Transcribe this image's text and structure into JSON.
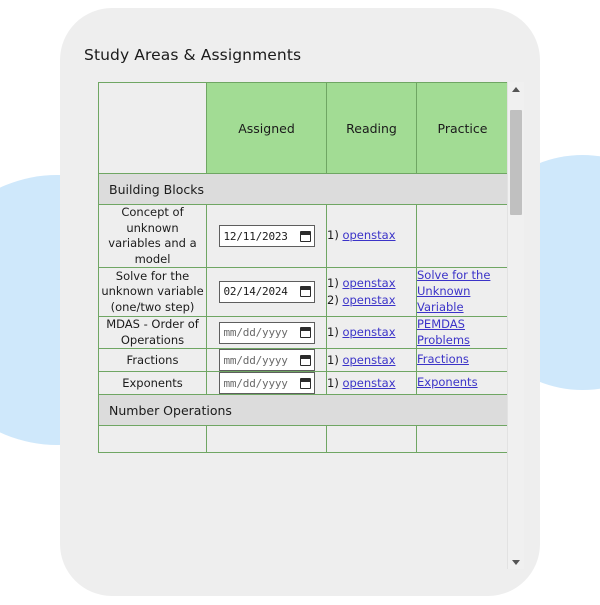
{
  "page": {
    "title": "Study Areas & Assignments",
    "accent_green": "#a2dc94",
    "band_gray": "#dcdcdc",
    "link_color": "#3b33c8",
    "card_bg": "#eeeeee",
    "blob_color": "#cfe8fb"
  },
  "table": {
    "columns": [
      "",
      "Assigned",
      "Reading",
      "Practice"
    ],
    "sections": [
      {
        "name": "Building Blocks",
        "rows": [
          {
            "label": "Concept of unknown variables and a model",
            "date_value": "12/11/2023",
            "date_placeholder": "mm/dd/yyyy",
            "reading": [
              {
                "num": "1)",
                "link": "openstax"
              }
            ],
            "practice": []
          },
          {
            "label": "Solve for the unknown variable (one/two step)",
            "date_value": "02/14/2024",
            "date_placeholder": "mm/dd/yyyy",
            "reading": [
              {
                "num": "1)",
                "link": "openstax"
              },
              {
                "num": "2)",
                "link": "openstax"
              }
            ],
            "practice": [
              {
                "link": "Solve for the Unknown Variable"
              }
            ]
          },
          {
            "label": "MDAS - Order of Operations",
            "date_value": "",
            "date_placeholder": "mm/dd/yyyy",
            "reading": [
              {
                "num": "1)",
                "link": "openstax"
              }
            ],
            "practice": [
              {
                "link": "PEMDAS Problems"
              }
            ]
          },
          {
            "label": "Fractions",
            "date_value": "",
            "date_placeholder": "mm/dd/yyyy",
            "reading": [
              {
                "num": "1)",
                "link": "openstax"
              }
            ],
            "practice": [
              {
                "link": "Fractions"
              }
            ]
          },
          {
            "label": "Exponents",
            "date_value": "",
            "date_placeholder": "mm/dd/yyyy",
            "reading": [
              {
                "num": "1)",
                "link": "openstax"
              }
            ],
            "practice": [
              {
                "link": "Exponents"
              }
            ]
          }
        ]
      },
      {
        "name": "Number Operations",
        "rows": []
      }
    ]
  },
  "scrollbar": {
    "up_arrow": "▲",
    "down_arrow": "▼",
    "thumb_top_pct": 3,
    "thumb_height_pct": 23
  }
}
